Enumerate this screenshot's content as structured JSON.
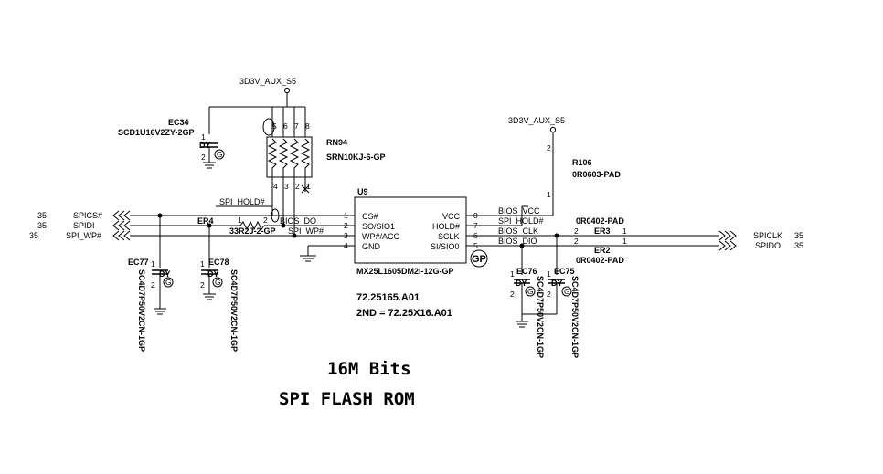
{
  "power": {
    "net_top": "3D3V_AUX_S5",
    "net_right": "3D3V_AUX_S5"
  },
  "ec34": {
    "ref": "EC34",
    "part": "SCD1U16V2ZY-2GP",
    "tag": "DY",
    "pin1": "1",
    "pin2": "2"
  },
  "rn94": {
    "ref": "RN94",
    "part": "SRN10KJ-6-GP",
    "pins_top": [
      "5",
      "6",
      "7",
      "8"
    ],
    "pins_bottom": [
      "4",
      "3",
      "2",
      "1"
    ]
  },
  "u9": {
    "ref": "U9",
    "part": "MX25L1605DM2I-12G-GP",
    "left_pins": [
      {
        "num": "1",
        "name": "CS#"
      },
      {
        "num": "2",
        "name": "SO/SIO1"
      },
      {
        "num": "3",
        "name": "WP#/ACC"
      },
      {
        "num": "4",
        "name": "GND"
      }
    ],
    "right_pins": [
      {
        "num": "8",
        "name": "VCC"
      },
      {
        "num": "7",
        "name": "HOLD#"
      },
      {
        "num": "6",
        "name": "SCLK"
      },
      {
        "num": "5",
        "name": "SI/SIO0"
      }
    ],
    "pn1": "72.25165.A01",
    "pn2": "2ND = 72.25X16.A01"
  },
  "left_ports": [
    {
      "sheet": "35",
      "name": "SPICS#"
    },
    {
      "sheet": "35",
      "name": "SPIDI"
    },
    {
      "sheet": "35",
      "name": "SPI_WP#"
    }
  ],
  "right_ports": [
    {
      "sheet": "35",
      "name": "SPICLK"
    },
    {
      "sheet": "35",
      "name": "SPIDO"
    }
  ],
  "nets": {
    "spi_hold": "SPI_HOLD#",
    "bios_do": "BIOS_DO",
    "spi_wp": "SPI_WP#",
    "bios_vcc": "BIOS_VCC",
    "spi_hold_r": "SPI_HOLD#",
    "bios_clk": "BIOS_CLK",
    "bios_dio": "BIOS_DIO"
  },
  "er4": {
    "ref": "ER4",
    "part": "33R2J-2-GP",
    "pin1": "1",
    "pin2": "2"
  },
  "er3": {
    "ref": "ER3",
    "part": "0R0402-PAD",
    "pin1": "2",
    "pin2": "1"
  },
  "er2": {
    "ref": "ER2",
    "part": "0R0402-PAD",
    "pin1": "2",
    "pin2": "1"
  },
  "r106": {
    "ref": "R106",
    "part": "0R0603-PAD",
    "pin1": "1",
    "pin2": "2"
  },
  "ec77": {
    "ref": "EC77",
    "part": "SC4D7P50V2CN-1GP",
    "tag": "DY",
    "pin1": "1",
    "pin2": "2"
  },
  "ec78": {
    "ref": "EC78",
    "part": "SC4D7P50V2CN-1GP",
    "tag": "DY",
    "pin1": "1",
    "pin2": "2"
  },
  "ec76": {
    "ref": "EC76",
    "part": "SC4D7P50V2CN-1GP",
    "tag": "DY",
    "pin1": "1",
    "pin2": "2"
  },
  "ec75": {
    "ref": "EC75",
    "part": "SC4D7P50V2CN-1GP",
    "tag": "DY",
    "pin1": "1",
    "pin2": "2"
  },
  "marks": {
    "gp": "GP",
    "g": "G"
  },
  "captions": {
    "line1": "16M Bits",
    "line2": "SPI FLASH ROM"
  }
}
